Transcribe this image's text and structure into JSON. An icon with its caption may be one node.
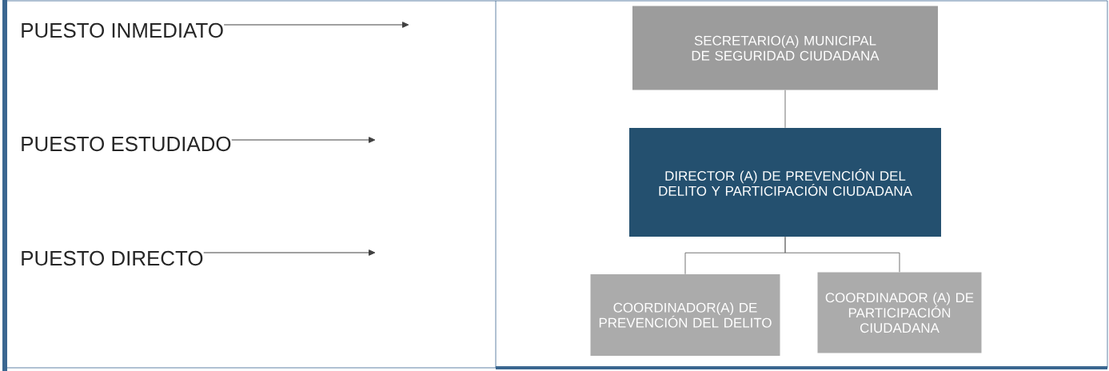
{
  "diagram": {
    "nodes": [
      {
        "text": [
          "PUESTO INMEDIATO"
        ]
      },
      {
        "text": [
          "PUESTO ESTUDIADO"
        ]
      },
      {
        "text": [
          "PUESTO DIRECTO"
        ]
      },
      {
        "text": [
          "SECRETARIO(A) MUNICIPAL DE SEGURIDAD CIUDADANA"
        ]
      },
      {
        "text": [
          "DIRECTOR (A) DE PREVENCIÓN DEL DELITO Y PARTICIPACIÓN CIUDADANA"
        ]
      },
      {
        "text": [
          "COORDINADOR(A) DE PREVENCIÓN DEL DELITO"
        ]
      },
      {
        "text": [
          "COORDINADOR (A) DE PARTICIPACIÓN CIUDADANA"
        ]
      }
    ],
    "edges": [
      {
        "from": 0,
        "to": null,
        "arrow": "to"
      },
      {
        "from": 1,
        "to": null,
        "arrow": "to"
      },
      {
        "from": 2,
        "to": null,
        "arrow": "to"
      },
      {
        "from": 3,
        "to": 4,
        "arrow": "none"
      },
      {
        "from": 4,
        "to": 5,
        "arrow": "none"
      },
      {
        "from": 4,
        "to": 6,
        "arrow": "none"
      }
    ]
  }
}
